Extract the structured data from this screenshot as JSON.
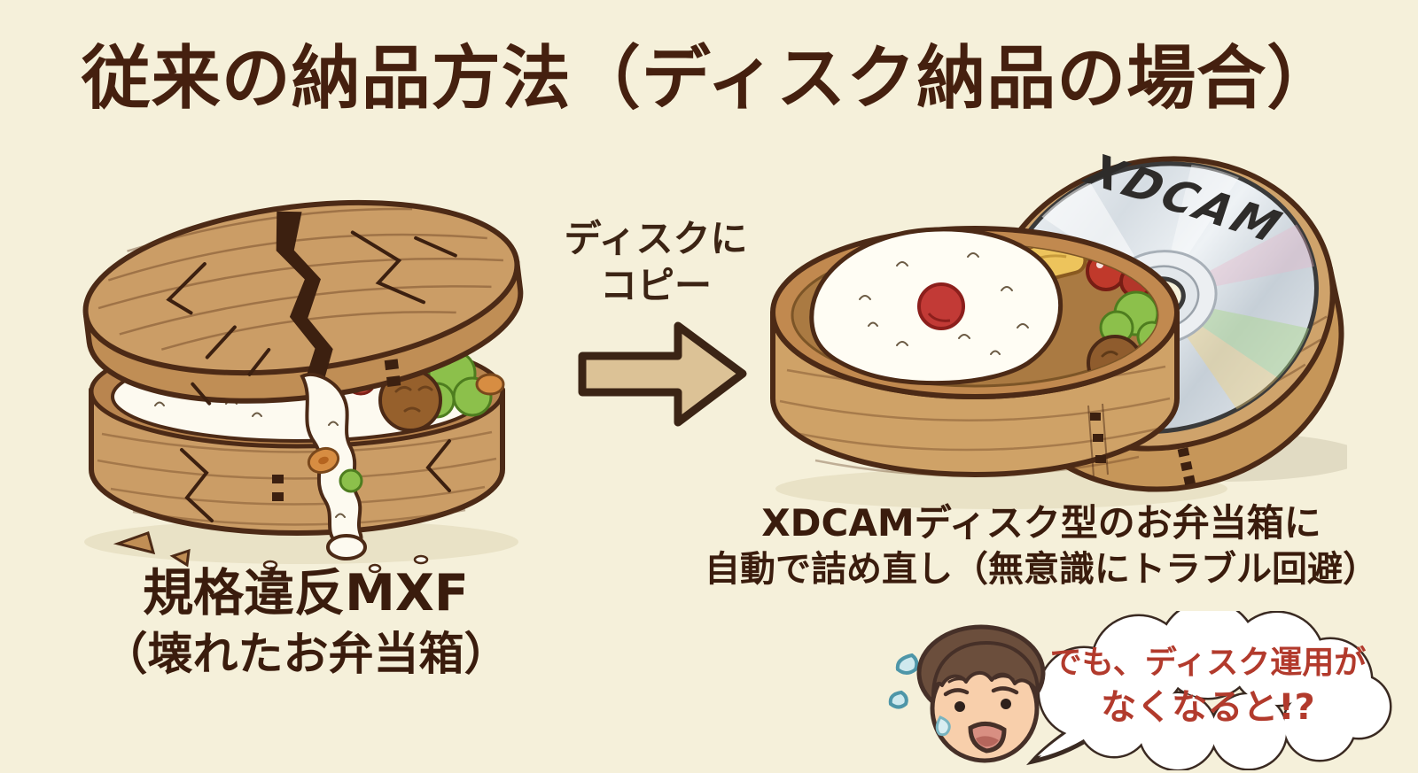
{
  "page": {
    "background_color": "#f5f0da",
    "ink_color": "#3a1c0d"
  },
  "title": {
    "text": "従来の納品方法（ディスク納品の場合）",
    "color": "#45200f"
  },
  "left_item": {
    "illustration": "broken-wooden-bento-box-spilling-food",
    "caption_line1": "規格違反MXF",
    "caption_line2": "（壊れたお弁当箱）"
  },
  "transfer": {
    "label_line1": "ディスクに",
    "label_line2": "コピー",
    "arrow_icon": "right-arrow",
    "arrow_fill": "#dcc296",
    "arrow_outline": "#3b2415"
  },
  "right_item": {
    "illustration": "bento-box-with-xdcam-disc-case",
    "disc_label": "XDCAM",
    "caption_line1": "XDCAMディスク型のお弁当箱に",
    "caption_line2": "自動で詰め直し（無意識にトラブル回避）"
  },
  "speech_bubble": {
    "speaker": "worried-man-with-sweat-drops",
    "line1": "でも、ディスク運用が",
    "line2": "なくなると!?",
    "text_color": "#b23a2c"
  }
}
